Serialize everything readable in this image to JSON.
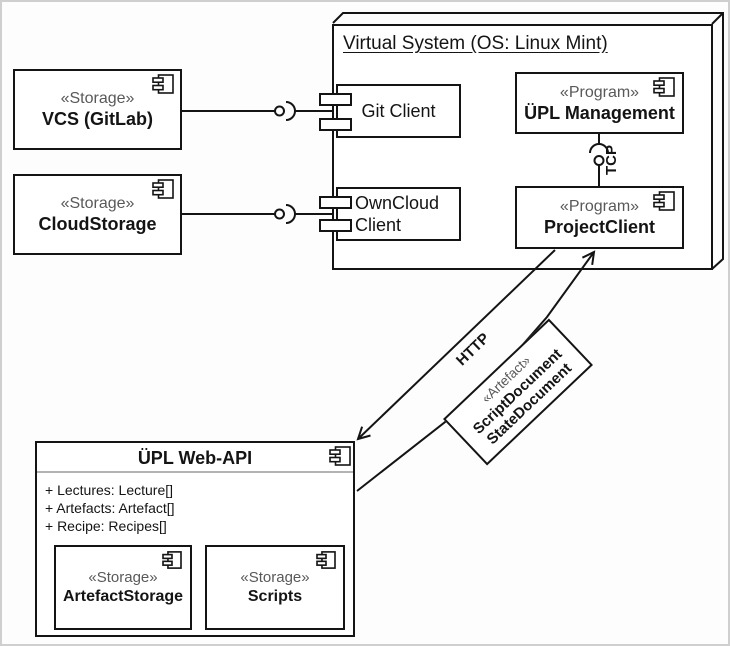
{
  "diagram": {
    "virtual_system": {
      "title": "Virtual System (OS: Linux Mint)"
    },
    "vcs": {
      "stereotype": "«Storage»",
      "name": "VCS (GitLab)"
    },
    "cloud_storage": {
      "stereotype": "«Storage»",
      "name": "CloudStorage"
    },
    "git_client": {
      "name": "Git Client"
    },
    "owncloud_client": {
      "name": "OwnCloud Client"
    },
    "upl_management": {
      "stereotype": "«Program»",
      "name": "ÜPL Management"
    },
    "project_client": {
      "stereotype": "«Program»",
      "name": "ProjectClient"
    },
    "web_api": {
      "title": "ÜPL Web-API",
      "attributes": [
        "+ Lectures: Lecture[]",
        "+ Artefacts: Artefact[]",
        "+ Recipe: Recipes[]"
      ],
      "artefact_storage": {
        "stereotype": "«Storage»",
        "name": "ArtefactStorage"
      },
      "scripts": {
        "stereotype": "«Storage»",
        "name": "Scripts"
      }
    },
    "connectors": {
      "tcp": {
        "label": "TCP"
      },
      "http": {
        "label": "HTTP"
      },
      "artefact_note": {
        "stereotype": "«Artefact»",
        "lines": [
          "ScriptDocument",
          "StateDocument"
        ]
      }
    },
    "colors": {
      "line": "#141414",
      "stereotype_gray": "#595959",
      "separator_gray": "#b3b3b3",
      "background": "#ffffff"
    }
  }
}
